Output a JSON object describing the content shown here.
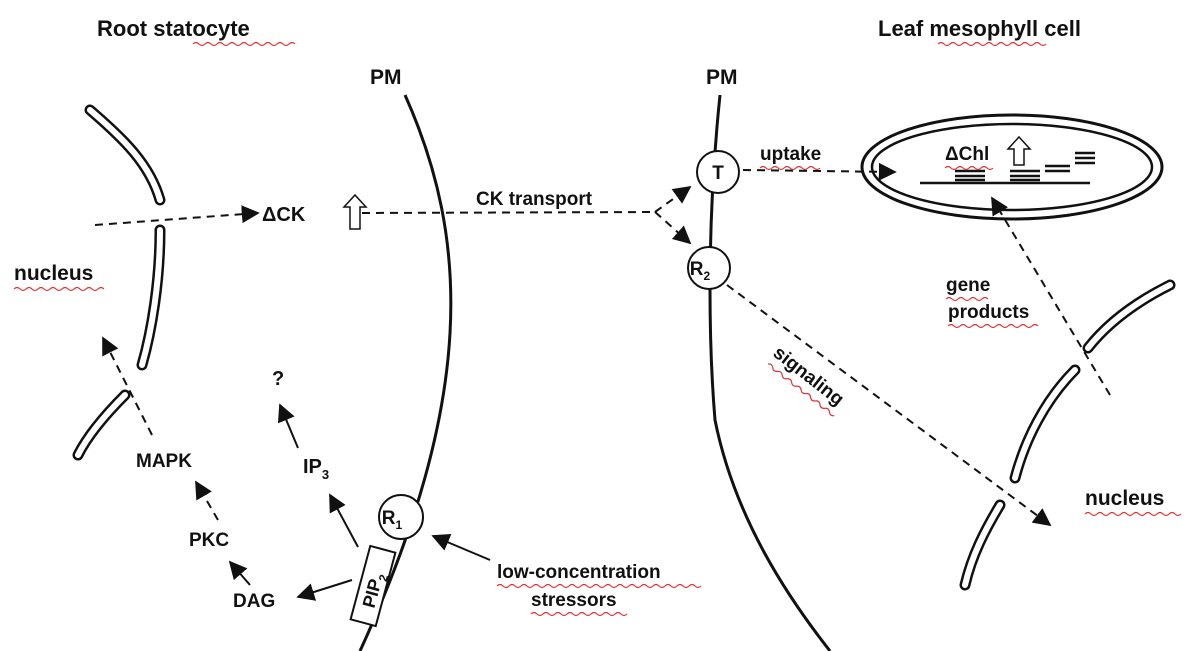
{
  "titles": {
    "left": "Root statocyte",
    "right": "Leaf mesophyll cell"
  },
  "labels": {
    "pm_left": "PM",
    "pm_right": "PM",
    "nucleus_left": "nucleus",
    "nucleus_right": "nucleus",
    "delta_ck": "ΔCK",
    "ck_transport": "CK transport",
    "uptake": "uptake",
    "delta_chl": "ΔChl",
    "gene_products_1": "gene",
    "gene_products_2": "products",
    "signaling": "signaling",
    "question": "?",
    "ip3_main": "IP",
    "ip3_sub": "3",
    "mapk": "MAPK",
    "pkc": "PKC",
    "dag": "DAG",
    "pip2_main": "PIP",
    "pip2_sub": "2",
    "stressors_1": "low-concentration",
    "stressors_2": "stressors",
    "r1_main": "R",
    "r1_sub": "1",
    "r2_main": "R",
    "r2_sub": "2",
    "t": "T"
  }
}
